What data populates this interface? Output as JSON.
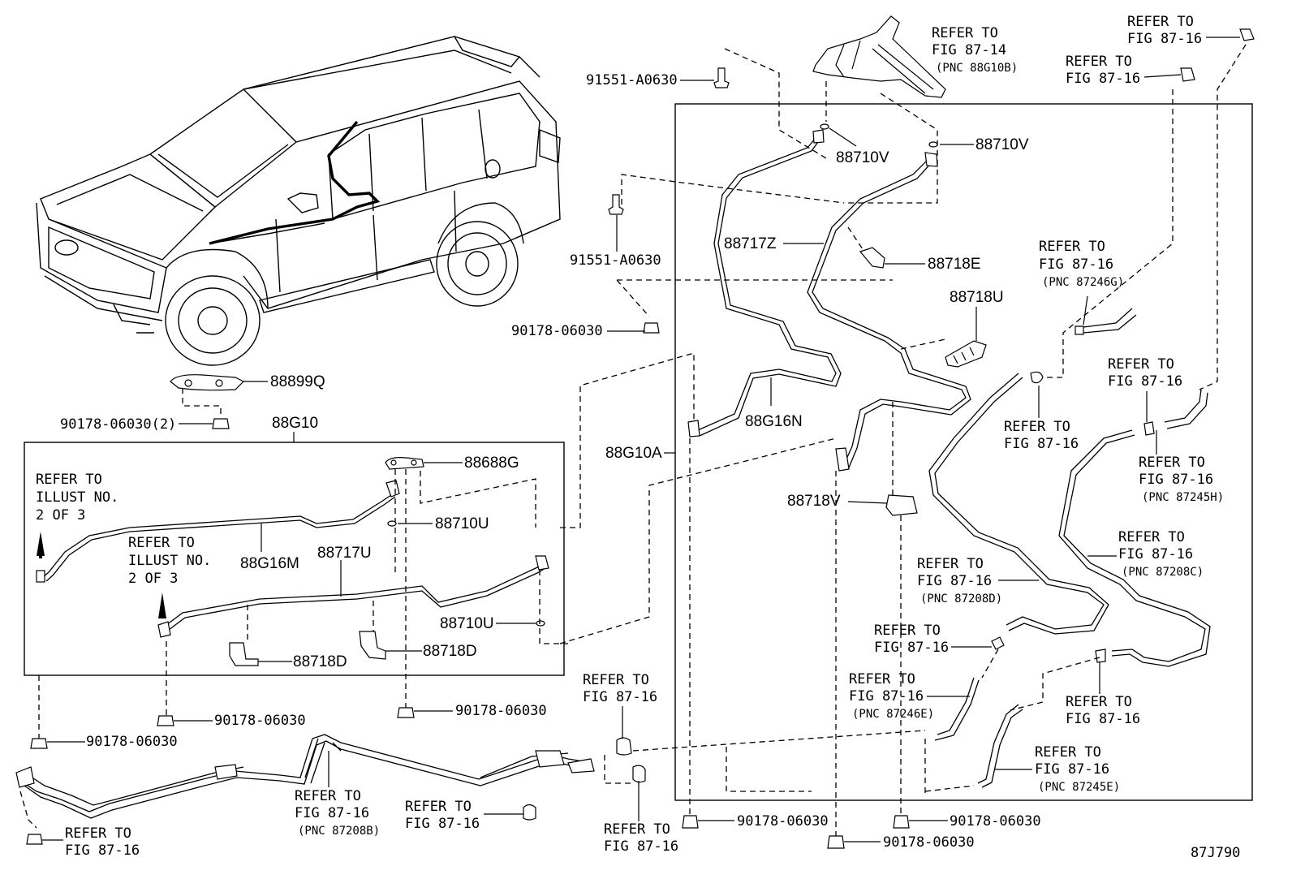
{
  "diagram_code": "87J790",
  "parts": {
    "p88899Q": "88899Q",
    "p88G10": "88G10",
    "p88G10A": "88G10A",
    "p88688G": "88688G",
    "p88710U_a": "88710U",
    "p88710U_b": "88710U",
    "p88G16M": "88G16M",
    "p88717U": "88717U",
    "p88718D_a": "88718D",
    "p88718D_b": "88718D",
    "p88710V_a": "88710V",
    "p88710V_b": "88710V",
    "p88717Z": "88717Z",
    "p88718E": "88718E",
    "p88718U": "88718U",
    "p88G16N": "88G16N",
    "p88718V": "88718V",
    "p91551_a": "91551-A0630",
    "p91551_b": "91551-A0630",
    "p90178_top": "90178-06030",
    "p90178_2": "90178-06030(2)",
    "p90178_b1": "90178-06030",
    "p90178_b2": "90178-06030",
    "p90178_b3": "90178-06030",
    "p90178_r1": "90178-06030",
    "p90178_r2": "90178-06030",
    "p90178_r3": "90178-06030"
  },
  "refs": {
    "r_illust1": [
      "REFER TO",
      "ILLUST NO.",
      "2 OF 3"
    ],
    "r_illust2": [
      "REFER TO",
      "ILLUST NO.",
      "2 OF 3"
    ],
    "r_top_center": [
      "REFER TO",
      "FIG 87-14",
      "(PNC 88G10B)"
    ],
    "r_top_right1": [
      "REFER TO",
      "FIG 87-16"
    ],
    "r_top_right2": [
      "REFER TO",
      "FIG 87-16"
    ],
    "r_87246G": [
      "REFER TO",
      "FIG 87-16",
      "(PNC 87246G)"
    ],
    "r_mid1": [
      "REFER TO",
      "FIG 87-16"
    ],
    "r_mid2": [
      "REFER TO",
      "FIG 87-16"
    ],
    "r_87245H": [
      "REFER TO",
      "FIG 87-16",
      "(PNC 87245H)"
    ],
    "r_87208C": [
      "REFER TO",
      "FIG 87-16",
      "(PNC 87208C)"
    ],
    "r_87208D": [
      "REFER TO",
      "FIG 87-16",
      "(PNC 87208D)"
    ],
    "r_mid3": [
      "REFER TO",
      "FIG 87-16"
    ],
    "r_87246E": [
      "REFER TO",
      "FIG 87-16",
      "(PNC 87246E)"
    ],
    "r_mid4": [
      "REFER TO",
      "FIG 87-16"
    ],
    "r_87245E": [
      "REFER TO",
      "FIG 87-16",
      "(PNC 87245E)"
    ],
    "r_bottom_center": [
      "REFER TO",
      "FIG 87-16"
    ],
    "r_bottom_center2": [
      "REFER TO",
      "FIG 87-16"
    ],
    "r_87208B": [
      "REFER TO",
      "FIG 87-16",
      "(PNC 87208B)"
    ],
    "r_bottom_mid": [
      "REFER TO",
      "FIG 87-16"
    ],
    "r_bottom_left": [
      "REFER TO",
      "FIG 87-16"
    ]
  }
}
